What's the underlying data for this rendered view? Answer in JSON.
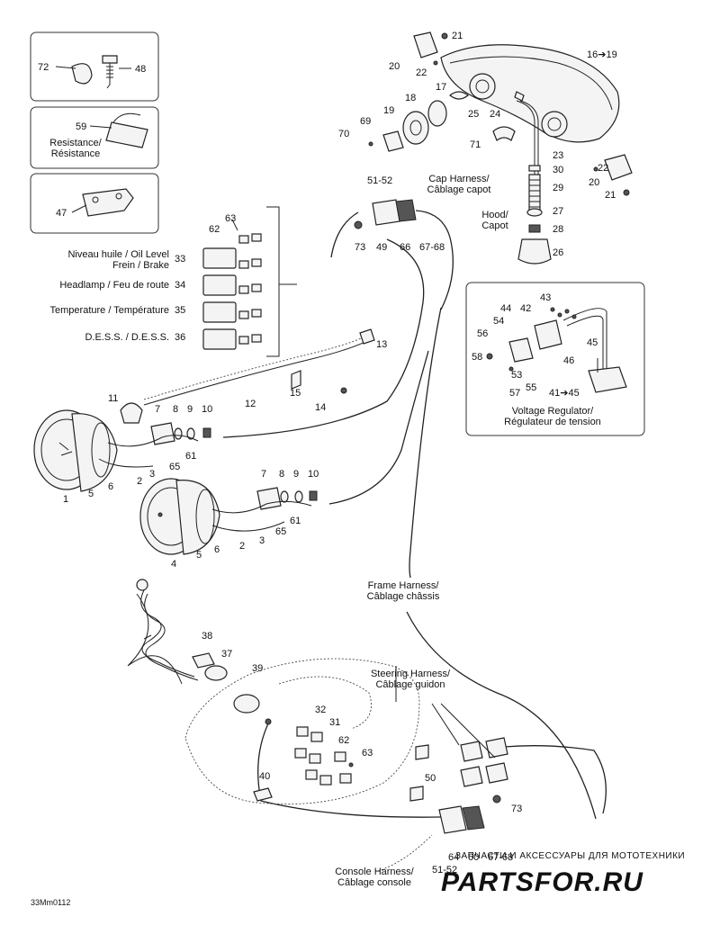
{
  "diagram": {
    "code": "33Mm0112",
    "assemblies": {
      "resistance": "Resistance/\nRésistance",
      "cap_harness": "Cap Harness/\nCâblage capot",
      "hood": "Hood/\nCapot",
      "voltage_regulator": "Voltage Regulator/\nRégulateur de tension",
      "frame_harness": "Frame Harness/\nCâblage châssis",
      "steering_harness": "Steering Harness/\nCâblage guidon",
      "console_harness": "Console Harness/\nCâblage console"
    },
    "indicators": [
      {
        "label": "Niveau huile / Oil Level\nFrein / Brake",
        "num": "33"
      },
      {
        "label": "Headlamp / Feu de route",
        "num": "34"
      },
      {
        "label": "Temperature / Température",
        "num": "35"
      },
      {
        "label": "D.E.S.S. / D.E.S.S.",
        "num": "36"
      }
    ],
    "callouts": {
      "n1": "1",
      "n2a": "2",
      "n2b": "2",
      "n3a": "3",
      "n3b": "3",
      "n4": "4",
      "n5a": "5",
      "n5b": "5",
      "n6a": "6",
      "n6b": "6",
      "n7a": "7",
      "n7b": "7",
      "n8a": "8",
      "n8b": "8",
      "n9a": "9",
      "n9b": "9",
      "n10a": "10",
      "n10b": "10",
      "n11": "11",
      "n12": "12",
      "n13": "13",
      "n14": "14",
      "n15": "15",
      "n16": "16➔19",
      "n17": "17",
      "n18": "18",
      "n19": "19",
      "n20a": "20",
      "n20b": "20",
      "n21a": "21",
      "n21b": "21",
      "n22a": "22",
      "n22b": "22",
      "n23": "23",
      "n24": "24",
      "n25": "25",
      "n26": "26",
      "n27": "27",
      "n28": "28",
      "n29": "29",
      "n30": "30",
      "n31": "31",
      "n32": "32",
      "n37": "37",
      "n38": "38",
      "n39": "39",
      "n40": "40",
      "n41": "41➔45",
      "n42": "42",
      "n43": "43",
      "n44": "44",
      "n45": "45",
      "n46": "46",
      "n47": "47",
      "n48": "48",
      "n49": "49",
      "n50": "50",
      "n51a": "51-52",
      "n51b": "51-52",
      "n53": "53",
      "n54": "54",
      "n55": "55",
      "n56": "56",
      "n57": "57",
      "n58": "58",
      "n59": "59",
      "n60": "60",
      "n61a": "61",
      "n61b": "61",
      "n62a": "62",
      "n62b": "62",
      "n63a": "63",
      "n63b": "63",
      "n64": "64",
      "n65a": "65",
      "n65b": "65",
      "n66": "66",
      "n67a": "67-68",
      "n67b": "67-68",
      "n69": "69",
      "n70": "70",
      "n71": "71",
      "n72": "72",
      "n73a": "73",
      "n73b": "73"
    }
  },
  "watermark": {
    "tagline": "ЗАПЧАСТИ И АКСЕССУАРЫ ДЛЯ МОТОТЕХНИКИ",
    "brand": "PARTSFOR.RU"
  }
}
